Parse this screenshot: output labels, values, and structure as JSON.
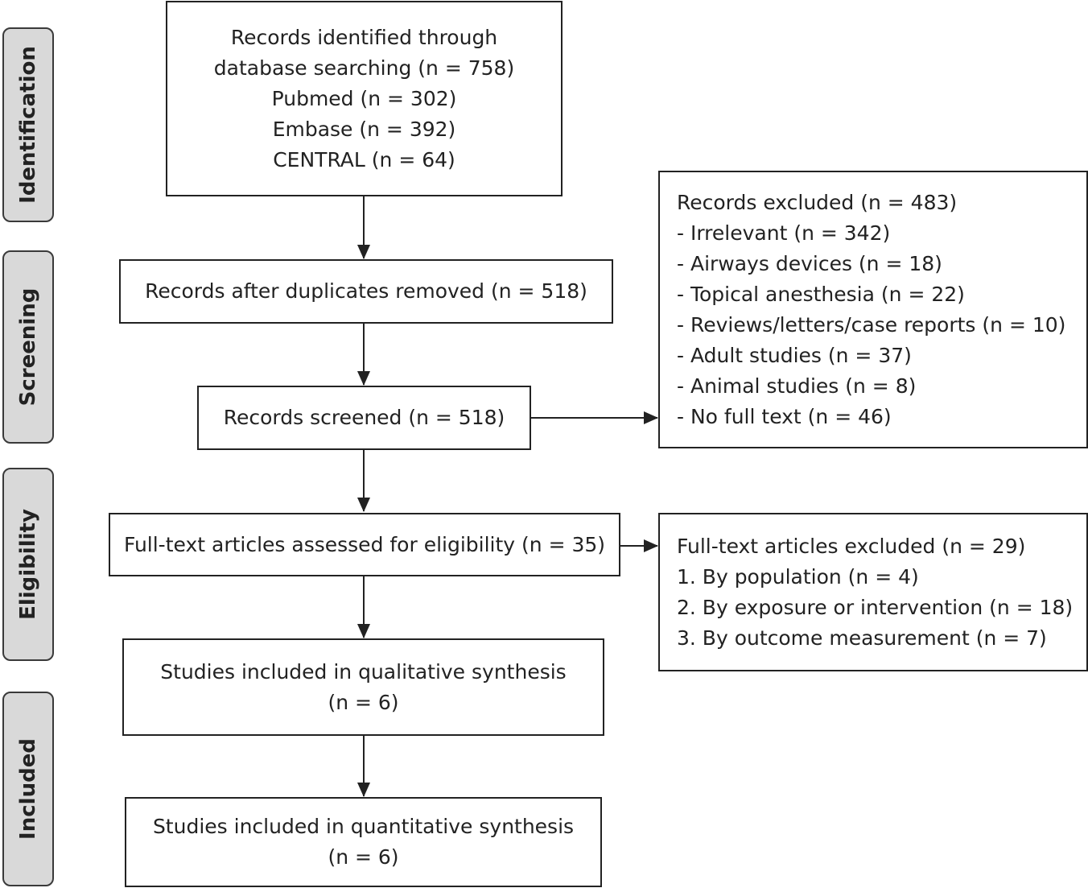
{
  "stages": [
    {
      "id": "identification",
      "label": "Identification"
    },
    {
      "id": "screening",
      "label": "Screening"
    },
    {
      "id": "eligibility",
      "label": "Eligibility"
    },
    {
      "id": "included",
      "label": "Included"
    }
  ],
  "boxes": {
    "identified": {
      "lines": [
        "Records identified through",
        "database searching (n = 758)",
        "Pubmed (n = 302)",
        "Embase (n = 392)",
        "CENTRAL (n = 64)"
      ]
    },
    "duplicates_removed": {
      "lines": [
        "Records after duplicates removed (n = 518)"
      ]
    },
    "screened": {
      "lines": [
        "Records screened (n = 518)"
      ]
    },
    "records_excluded": {
      "lines": [
        "Records excluded (n = 483)",
        "- Irrelevant (n = 342)",
        "- Airways devices (n = 18)",
        "- Topical anesthesia (n = 22)",
        "- Reviews/letters/case reports (n = 10)",
        "- Adult studies (n = 37)",
        "- Animal studies (n = 8)",
        "- No full text (n = 46)"
      ]
    },
    "fulltext_assessed": {
      "lines": [
        "Full-text articles assessed for eligibility (n = 35)"
      ]
    },
    "fulltext_excluded": {
      "lines": [
        "Full-text articles excluded (n = 29)",
        "1. By population (n = 4)",
        "2. By exposure or intervention (n = 18)",
        "3. By outcome measurement (n = 7)"
      ]
    },
    "qualitative": {
      "lines": [
        "Studies included in qualitative synthesis",
        "(n = 6)"
      ]
    },
    "quantitative": {
      "lines": [
        "Studies included in quantitative synthesis",
        "(n = 6)"
      ]
    }
  }
}
